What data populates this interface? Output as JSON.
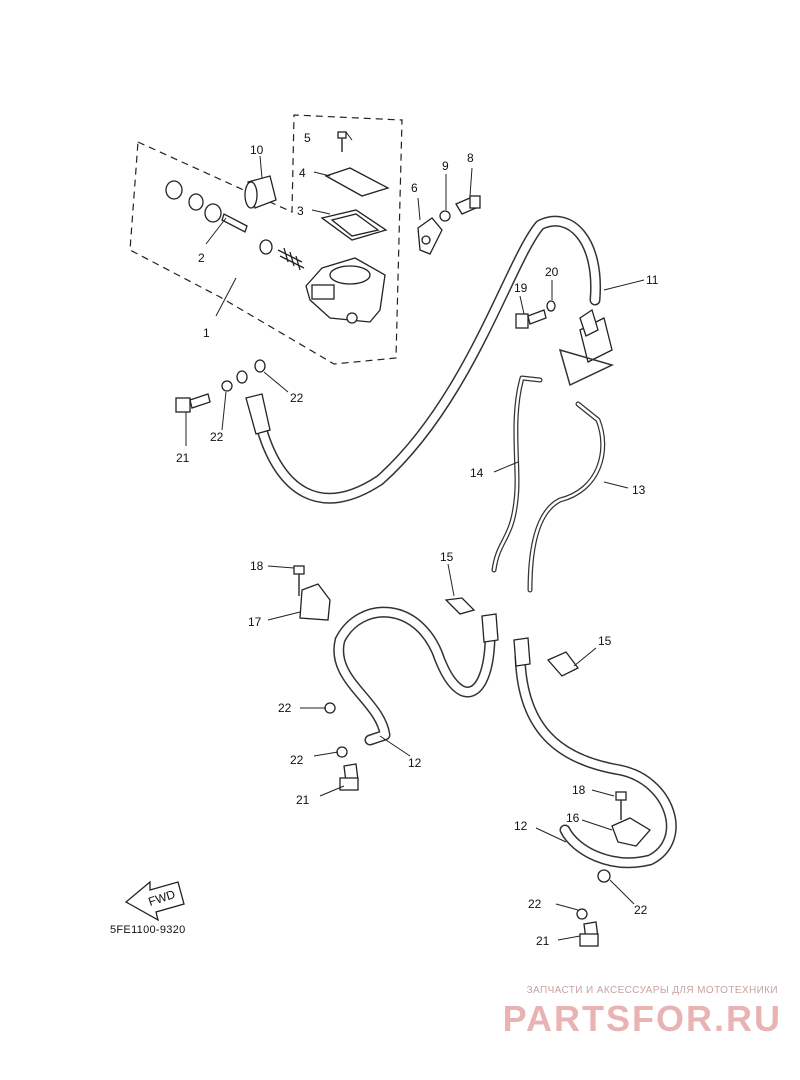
{
  "diagram": {
    "code": "5FE1100-9320",
    "fwd_label": "FWD",
    "callouts": {
      "c1": "1",
      "c2": "2",
      "c3": "3",
      "c4": "4",
      "c5": "5",
      "c6": "6",
      "c8": "8",
      "c9": "9",
      "c10": "10",
      "c11": "11",
      "c12a": "12",
      "c12b": "12",
      "c13": "13",
      "c14": "14",
      "c15a": "15",
      "c15b": "15",
      "c16": "16",
      "c17": "17",
      "c18a": "18",
      "c18b": "18",
      "c19": "19",
      "c20": "20",
      "c21a": "21",
      "c21b": "21",
      "c21c": "21",
      "c22a": "22",
      "c22b": "22",
      "c22c": "22",
      "c22d": "22",
      "c22e": "22",
      "c22f": "22"
    }
  },
  "watermark": {
    "caption": "ЗАПЧАСТИ И АКСЕССУАРЫ ДЛЯ МОТОТЕХНИКИ",
    "logo": "PARTSFOR.RU"
  },
  "colors": {
    "line": "#222222",
    "watermark": "#e9b3b3"
  }
}
